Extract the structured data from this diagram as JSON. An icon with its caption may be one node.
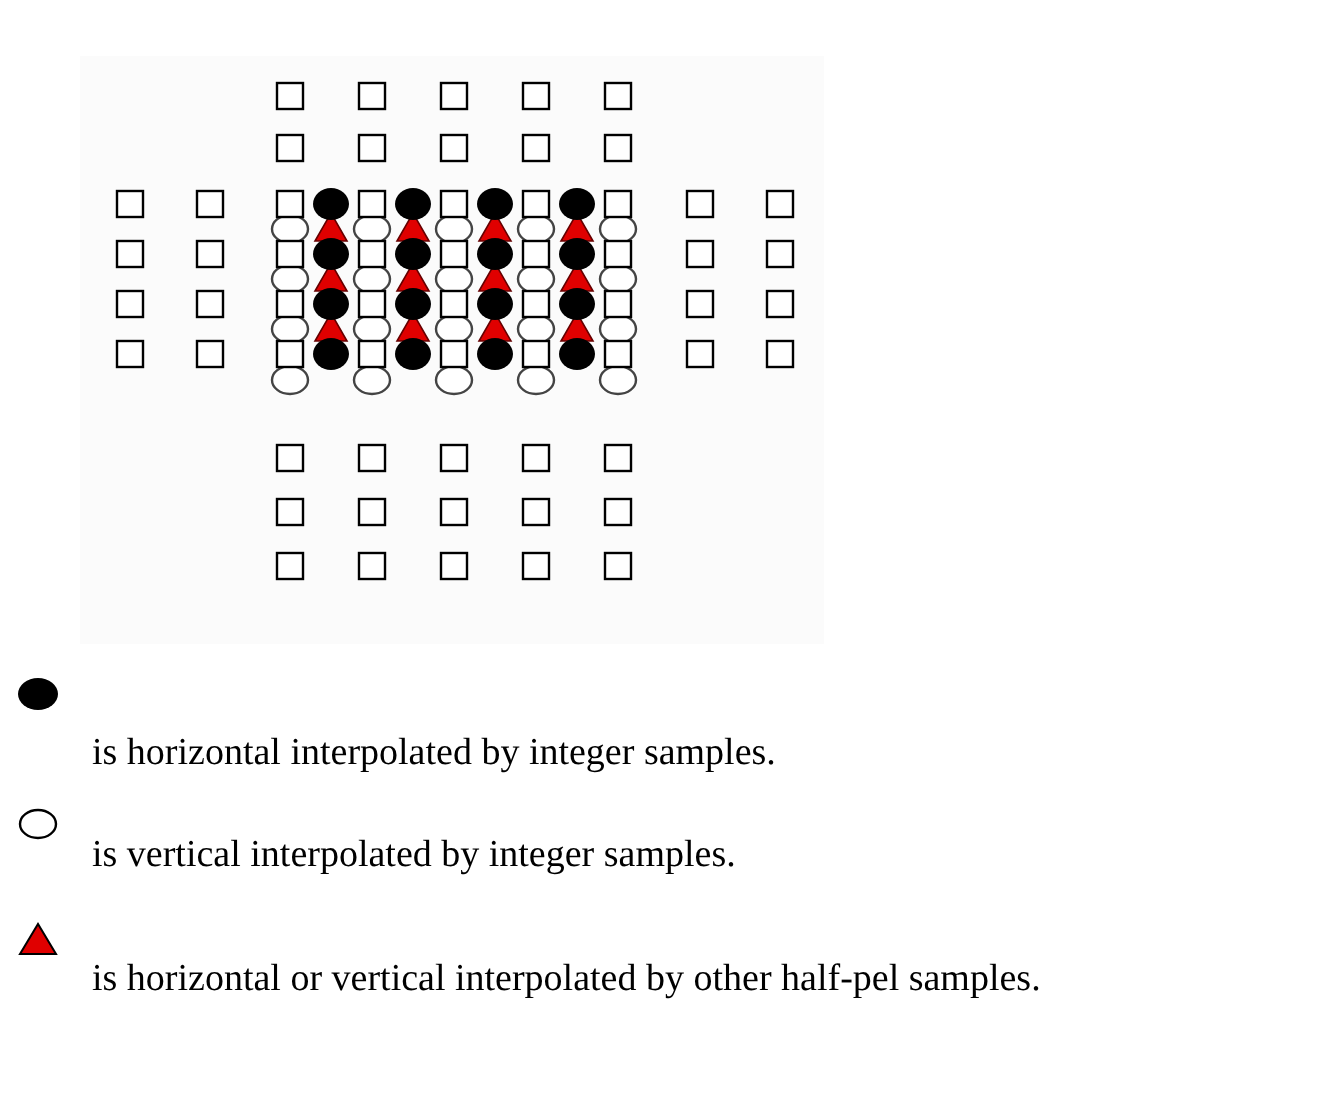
{
  "diagram": {
    "legend": [
      {
        "text": "is horizontal interpolated by integer samples."
      },
      {
        "text": "is vertical interpolated by integer samples."
      },
      {
        "text": "is horizontal or vertical interpolated by other half-pel samples."
      }
    ]
  }
}
